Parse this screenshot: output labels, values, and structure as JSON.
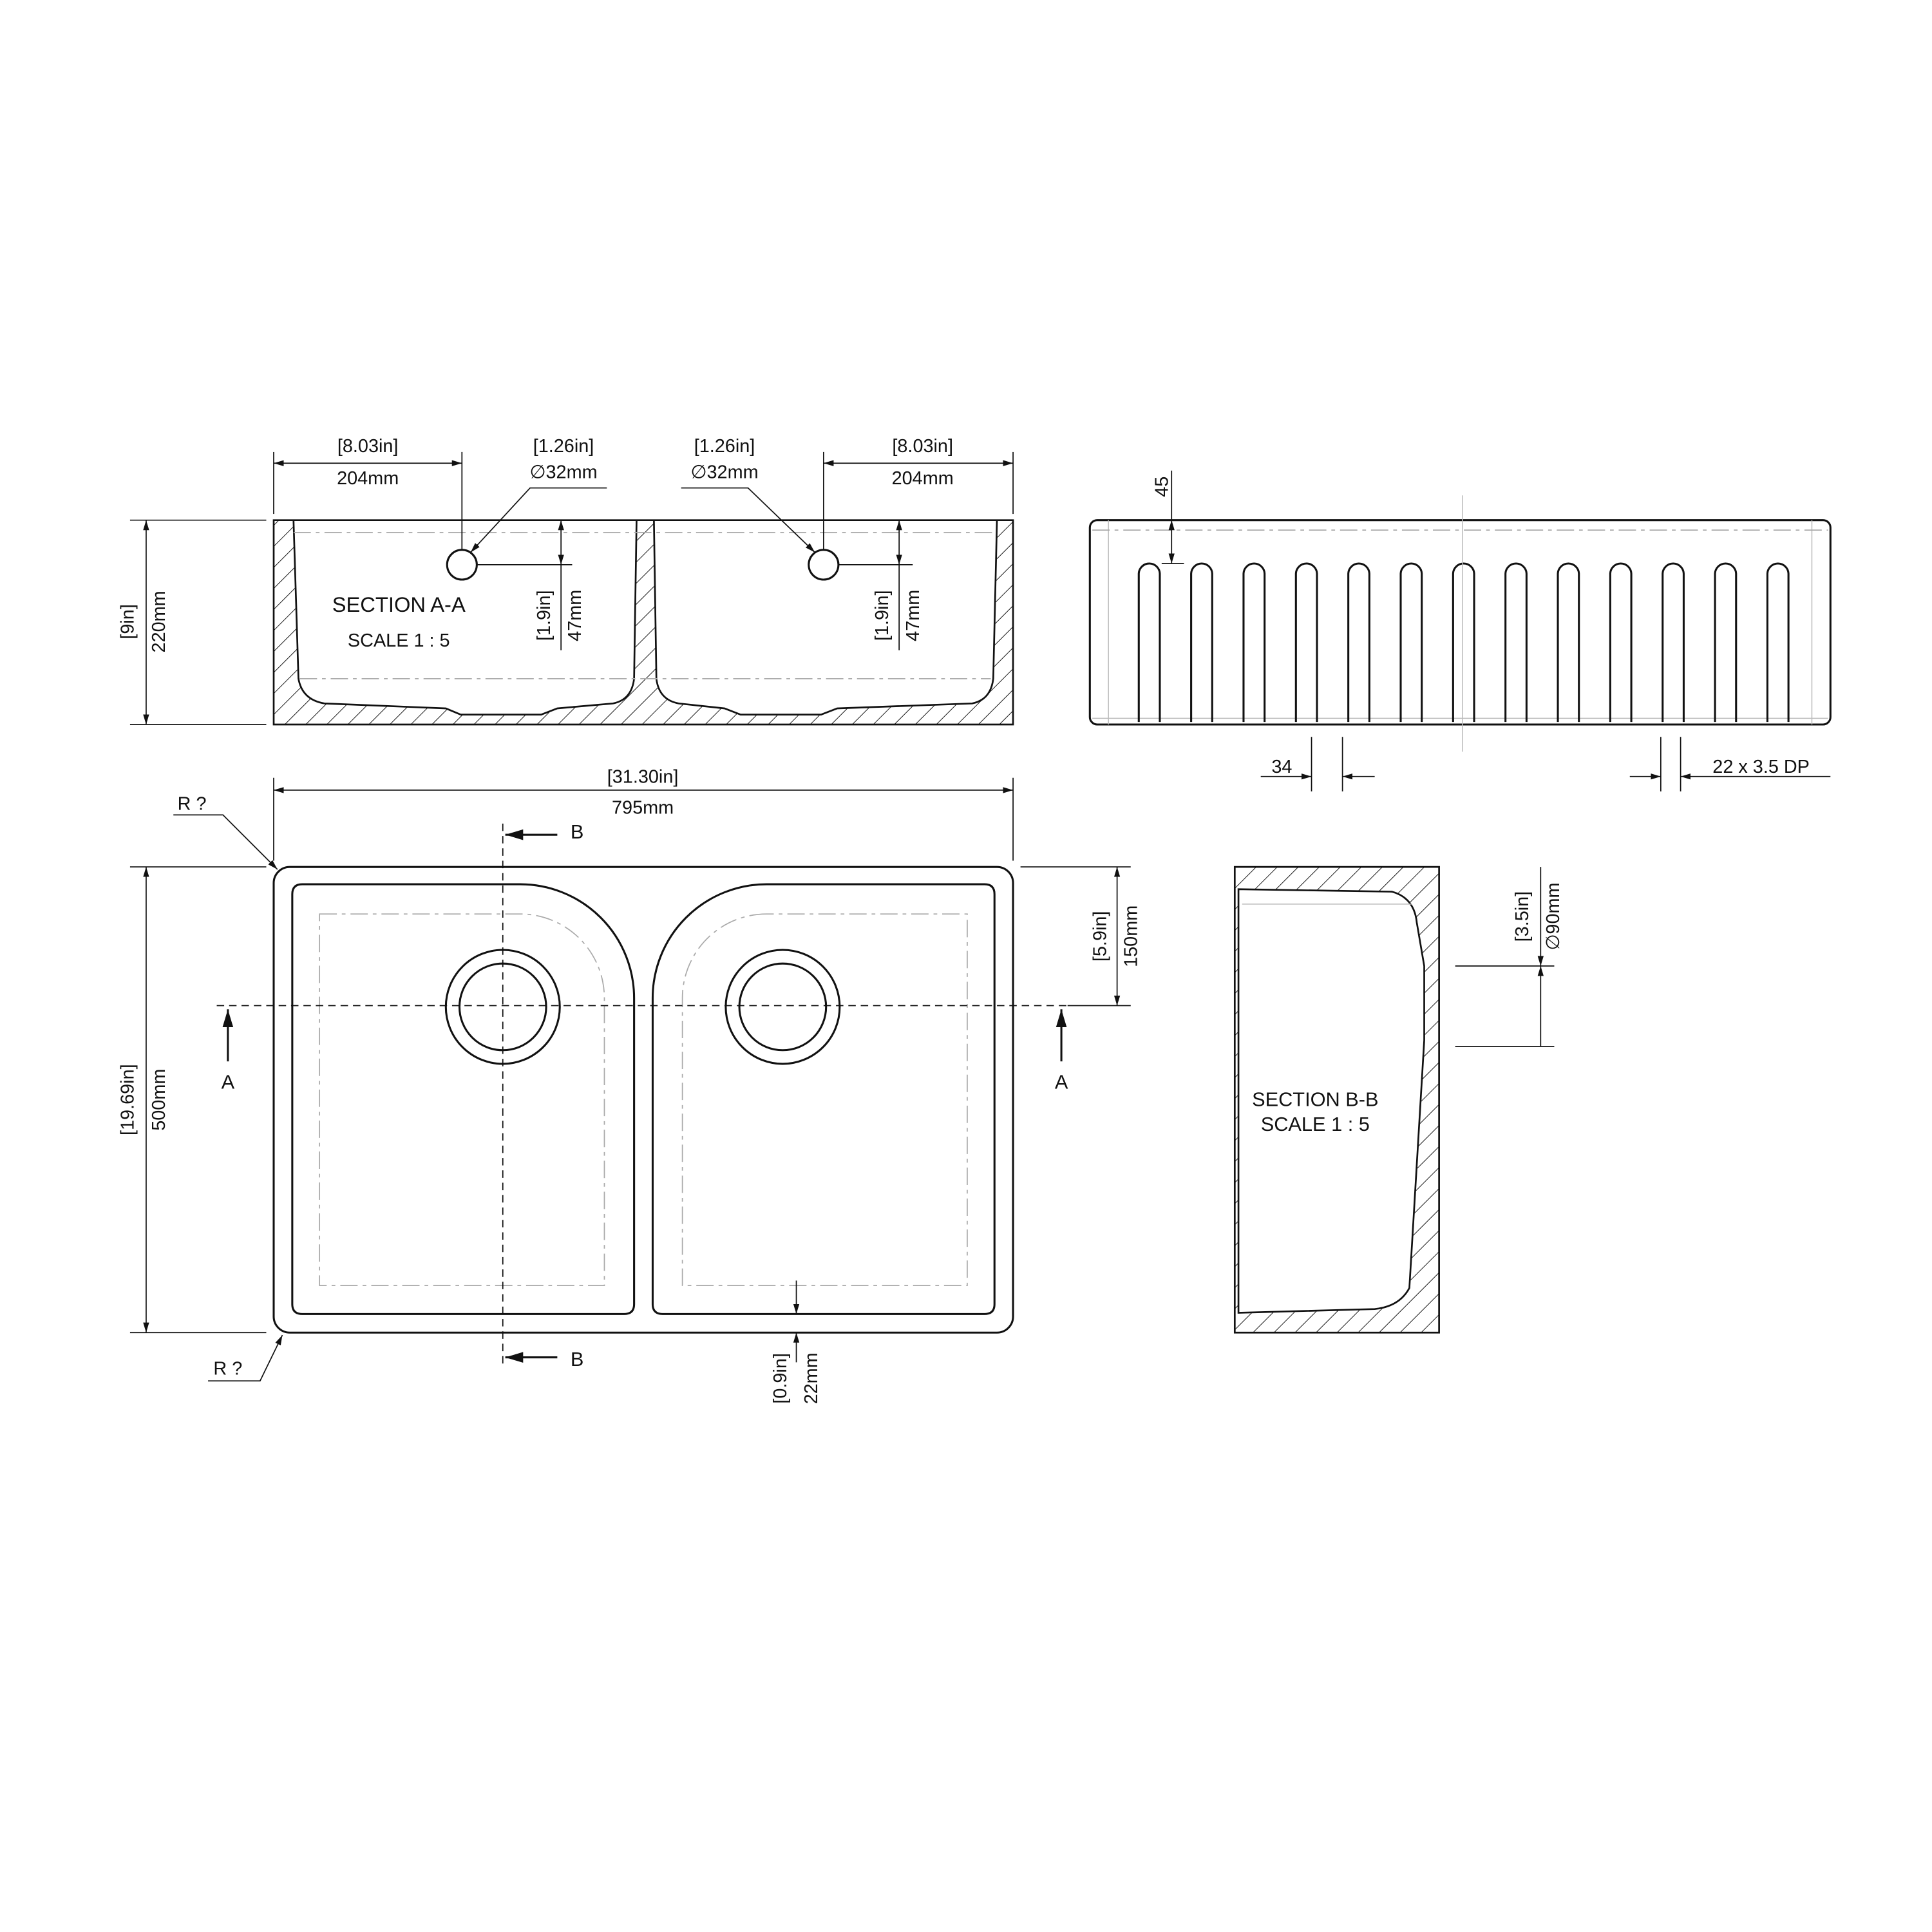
{
  "section_a": {
    "title": "SECTION A-A",
    "scale": "SCALE 1 : 5",
    "left_offset_in": "[8.03in]",
    "left_offset_mm": "204mm",
    "right_offset_in": "[8.03in]",
    "right_offset_mm": "204mm",
    "hole_left_in": "[1.26in]",
    "hole_left_mm": "∅32mm",
    "hole_right_in": "[1.26in]",
    "hole_right_mm": "∅32mm",
    "hole_depth_left_in": "[1.9in]",
    "hole_depth_left_mm": "47mm",
    "hole_depth_right_in": "[1.9in]",
    "hole_depth_right_mm": "47mm",
    "height_in": "[9in]",
    "height_mm": "220mm"
  },
  "front_view": {
    "top_offset": "45",
    "flute_pitch": "34",
    "flute_spec": "22 x 3.5 DP",
    "flute_count": 13
  },
  "plan_view": {
    "width_in": "[31.30in]",
    "width_mm": "795mm",
    "depth_in": "[19.69in]",
    "depth_mm": "500mm",
    "radius_top": "R ?",
    "radius_bottom": "R ?",
    "section_b_label_top": "B",
    "section_b_label_bottom": "B",
    "section_a_label_left": "A",
    "section_a_label_right": "A",
    "drain_offset_in": "[5.9in]",
    "drain_offset_mm": "150mm",
    "front_wall_in": "[0.9in]",
    "front_wall_mm": "22mm"
  },
  "section_b": {
    "title": "SECTION B-B",
    "scale": "SCALE 1 : 5",
    "waste_in": "[3.5in]",
    "waste_mm": "∅90mm"
  }
}
